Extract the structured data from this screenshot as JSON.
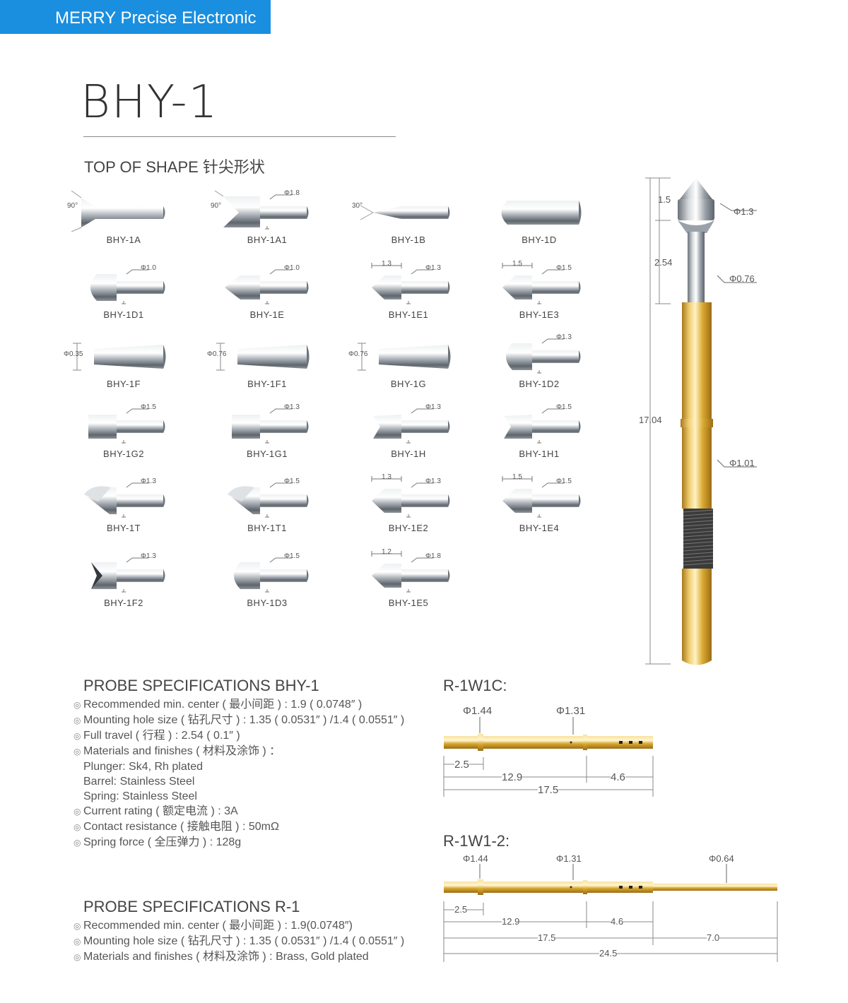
{
  "header": {
    "company": "MERRY Precise Electronic"
  },
  "model": {
    "title": "BHY-1"
  },
  "shapes_heading": "TOP OF SHAPE 针尖形状",
  "tips": [
    {
      "label": "BHY-1A",
      "kind": "v90",
      "note": "90°"
    },
    {
      "label": "BHY-1A1",
      "kind": "v90step",
      "note": "90°",
      "dia": "Φ1.8"
    },
    {
      "label": "BHY-1B",
      "kind": "point30",
      "note": "30°"
    },
    {
      "label": "BHY-1D",
      "kind": "round"
    },
    {
      "label": "BHY-1D1",
      "kind": "roundstep",
      "dia": "Φ1.0"
    },
    {
      "label": "BHY-1E",
      "kind": "cone",
      "dia": "Φ1.0"
    },
    {
      "label": "BHY-1E1",
      "kind": "conelen",
      "dia": "Φ1.3",
      "len": "1.3"
    },
    {
      "label": "BHY-1E3",
      "kind": "conelen",
      "dia": "Φ1.5",
      "len": "1.5"
    },
    {
      "label": "BHY-1F",
      "kind": "flat",
      "left": "Φ0.35"
    },
    {
      "label": "BHY-1F1",
      "kind": "flat",
      "left": "Φ0.76"
    },
    {
      "label": "BHY-1G",
      "kind": "flat",
      "left": "Φ0.76"
    },
    {
      "label": "BHY-1D2",
      "kind": "roundstep",
      "dia": "Φ1.3"
    },
    {
      "label": "BHY-1G2",
      "kind": "flatstep",
      "dia": "Φ1.5"
    },
    {
      "label": "BHY-1G1",
      "kind": "flatstep",
      "dia": "Φ1.3"
    },
    {
      "label": "BHY-1H",
      "kind": "crown",
      "dia": "Φ1.3"
    },
    {
      "label": "BHY-1H1",
      "kind": "crown",
      "dia": "Φ1.5"
    },
    {
      "label": "BHY-1T",
      "kind": "chisel",
      "dia": "Φ1.3"
    },
    {
      "label": "BHY-1T1",
      "kind": "chisel",
      "dia": "Φ1.5"
    },
    {
      "label": "BHY-1E2",
      "kind": "conelen",
      "dia": "Φ1.3",
      "len": "1.3"
    },
    {
      "label": "BHY-1E4",
      "kind": "conelen",
      "dia": "Φ1.5",
      "len": "1.5"
    },
    {
      "label": "BHY-1F2",
      "kind": "fork",
      "dia": "Φ1.3"
    },
    {
      "label": "BHY-1D3",
      "kind": "roundstep",
      "dia": "Φ1.5"
    },
    {
      "label": "BHY-1E5",
      "kind": "conelen",
      "dia": "Φ1.8",
      "len": "1.2"
    }
  ],
  "probe_drawing": {
    "dims": [
      "1.5",
      "2.54",
      "17.04"
    ],
    "diameters": [
      "Φ1.3",
      "Φ0.76",
      "Φ1.01"
    ]
  },
  "spec_bhy": {
    "heading": "PROBE SPECIFICATIONS BHY-1",
    "lines": [
      "Recommended min. center ( 最小间距 ) : 1.9 ( 0.0748″ )",
      "Mounting hole size ( 钻孔尺寸 ) : 1.35  ( 0.0531″ ) /1.4 ( 0.0551″ )",
      "Full travel ( 行程 ) : 2.54 ( 0.1″ )",
      "Materials and finishes ( 材料及涂饰 ) ："
    ],
    "materials": [
      "Plunger: Sk4, Rh plated",
      "Barrel: Stainless Steel",
      "Spring: Stainless Steel"
    ],
    "lines2": [
      "Current rating ( 额定电流 ) : 3A",
      "Contact resistance ( 接触电阻 ) : 50mΩ",
      "Spring force ( 全压弹力 ) : 128g"
    ]
  },
  "spec_r1": {
    "heading": "PROBE SPECIFICATIONS R-1",
    "lines": [
      "Recommended min. center ( 最小间距 ) : 1.9(0.0748″)",
      "Mounting hole size ( 钻孔尺寸 ) : 1.35  ( 0.0531″ ) /1.4 ( 0.0551″ )",
      "Materials and finishes ( 材料及涂饰 ) : Brass, Gold plated"
    ]
  },
  "r1w1c": {
    "title": "R-1W1C:",
    "dia1": "Φ1.44",
    "dia2": "Φ1.31",
    "d1": "2.5",
    "d2": "12.9",
    "d3": "4.6",
    "d4": "17.5"
  },
  "r1w12": {
    "title": "R-1W1-2:",
    "dia1": "Φ1.44",
    "dia2": "Φ1.31",
    "dia3": "Φ0.64",
    "d1": "2.5",
    "d2": "12.9",
    "d3": "4.6",
    "d4": "17.5",
    "d5": "7.0",
    "d6": "24.5"
  },
  "colors": {
    "brand_blue": "#1a8fe0",
    "gold": "#d9a830",
    "steel": "#b9bec4"
  }
}
